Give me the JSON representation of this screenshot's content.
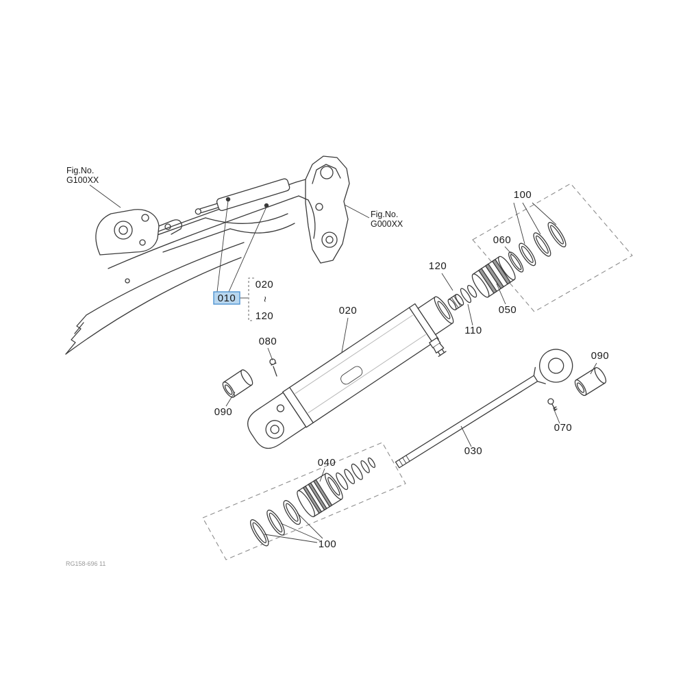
{
  "document": {
    "type": "exploded-parts-diagram",
    "subject": "boom cylinder assembly",
    "doc_code": "RG158-696 11"
  },
  "figure_references": {
    "ref1": {
      "line1": "Fig.No.",
      "line2": "G100XX"
    },
    "ref2": {
      "line1": "Fig.No.",
      "line2": "G000XX"
    }
  },
  "selected_part": "010",
  "callouts": {
    "c010": "010",
    "range_top": "020",
    "range_tilde": "~",
    "range_bottom": "120",
    "c020": "020",
    "c030": "030",
    "c040": "040",
    "c050": "050",
    "c060": "060",
    "c070": "070",
    "c080": "080",
    "c090_left": "090",
    "c090_right": "090",
    "c100_top": "100",
    "c100_bottom": "100",
    "c110": "110",
    "c120": "120"
  },
  "colors": {
    "highlight_bg": "#b8d7f0",
    "highlight_border": "#4f93d1",
    "highlight_text": "#134a7c",
    "line": "#3a3a3a",
    "dashed_line": "#8c8c8c"
  }
}
